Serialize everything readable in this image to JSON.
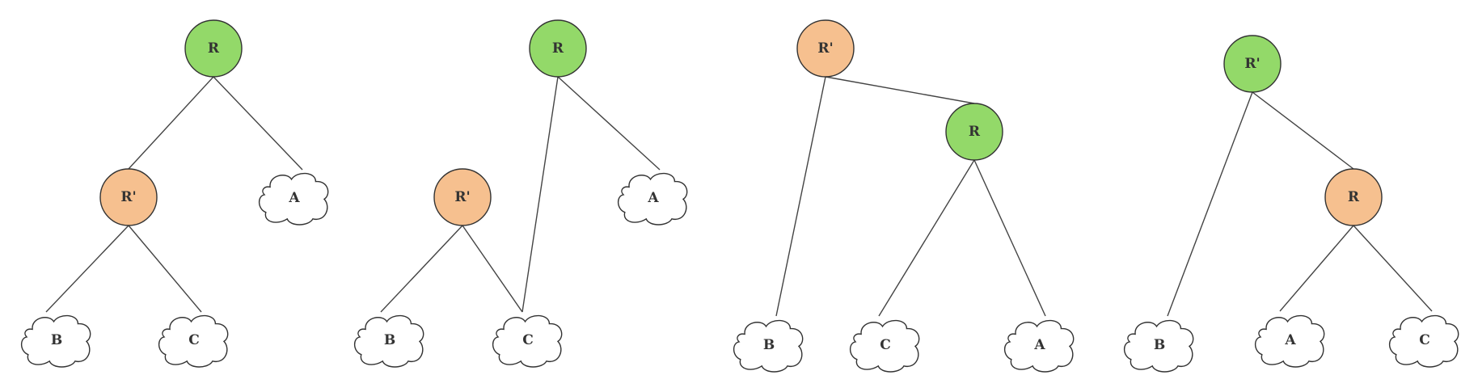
{
  "colors": {
    "root": "#93d969",
    "rotated": "#f6c08f",
    "subtree": "#ffffff",
    "line": "#444444"
  },
  "trees": [
    {
      "name": "tree-1",
      "nodes": [
        {
          "id": "R",
          "label": "R",
          "kind": "root"
        },
        {
          "id": "Rp",
          "label": "R'",
          "kind": "rotated"
        },
        {
          "id": "A",
          "label": "A",
          "kind": "subtree"
        },
        {
          "id": "B",
          "label": "B",
          "kind": "subtree"
        },
        {
          "id": "C",
          "label": "C",
          "kind": "subtree"
        }
      ],
      "edges": [
        [
          "R",
          "Rp"
        ],
        [
          "R",
          "A"
        ],
        [
          "Rp",
          "B"
        ],
        [
          "Rp",
          "C"
        ]
      ]
    },
    {
      "name": "tree-2",
      "nodes": [
        {
          "id": "R",
          "label": "R",
          "kind": "root"
        },
        {
          "id": "Rp",
          "label": "R'",
          "kind": "rotated"
        },
        {
          "id": "A",
          "label": "A",
          "kind": "subtree"
        },
        {
          "id": "B",
          "label": "B",
          "kind": "subtree"
        },
        {
          "id": "C",
          "label": "C",
          "kind": "subtree"
        }
      ],
      "edges": [
        [
          "R",
          "C"
        ],
        [
          "R",
          "A"
        ],
        [
          "Rp",
          "B"
        ],
        [
          "Rp",
          "C"
        ]
      ]
    },
    {
      "name": "tree-3",
      "nodes": [
        {
          "id": "Rp",
          "label": "R'",
          "kind": "rotated"
        },
        {
          "id": "R",
          "label": "R",
          "kind": "root"
        },
        {
          "id": "B",
          "label": "B",
          "kind": "subtree"
        },
        {
          "id": "C",
          "label": "C",
          "kind": "subtree"
        },
        {
          "id": "A",
          "label": "A",
          "kind": "subtree"
        }
      ],
      "edges": [
        [
          "Rp",
          "R"
        ],
        [
          "Rp",
          "B"
        ],
        [
          "R",
          "C"
        ],
        [
          "R",
          "A"
        ]
      ]
    },
    {
      "name": "tree-4",
      "nodes": [
        {
          "id": "Rp",
          "label": "R'",
          "kind": "root"
        },
        {
          "id": "R",
          "label": "R",
          "kind": "rotated"
        },
        {
          "id": "B",
          "label": "B",
          "kind": "subtree"
        },
        {
          "id": "A",
          "label": "A",
          "kind": "subtree"
        },
        {
          "id": "C",
          "label": "C",
          "kind": "subtree"
        }
      ],
      "edges": [
        [
          "Rp",
          "B"
        ],
        [
          "Rp",
          "R"
        ],
        [
          "R",
          "A"
        ],
        [
          "R",
          "C"
        ]
      ]
    }
  ]
}
